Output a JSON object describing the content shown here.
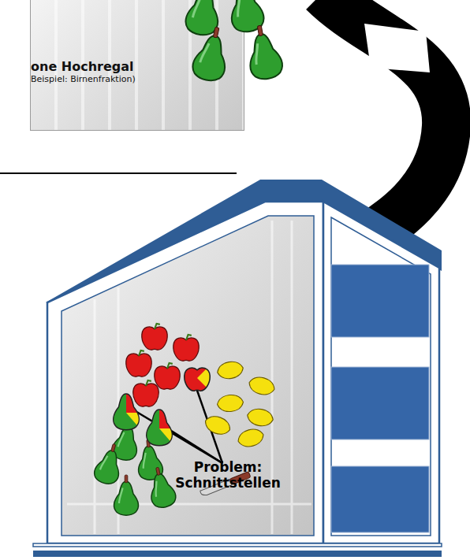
{
  "diagram": {
    "nodes": [
      {
        "text": [
          "one Hochregal",
          "Beispiel: Birnenfraktion)"
        ]
      }
    ],
    "labels": [
      "Problem: Schnittstellen"
    ]
  }
}
